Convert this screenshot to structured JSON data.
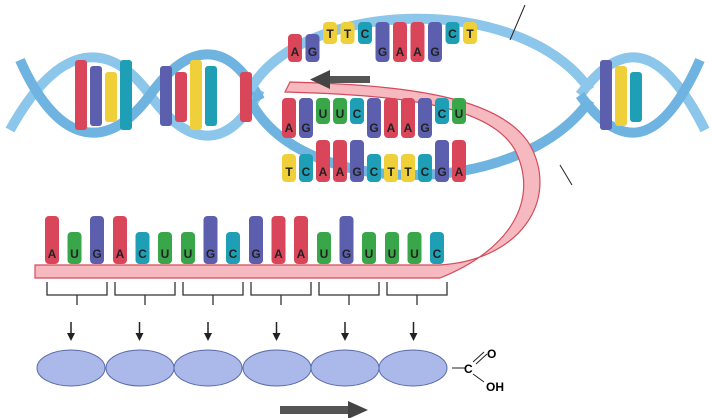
{
  "colors": {
    "A": "#d9465a",
    "G": "#5b5fae",
    "U": "#3aa64a",
    "C": "#1f9fb5",
    "T": "#f0d03a",
    "helix": "#8cc6ea",
    "helix_dark": "#3d8fc9",
    "mrna": "#f6b9c0",
    "mrna_edge": "#d44a5a",
    "protein": "#aab8ea",
    "arrow": "#444444"
  },
  "template_strand_top": [
    "A",
    "G",
    "T",
    "T",
    "C",
    "G",
    "A",
    "A",
    "G",
    "C",
    "T"
  ],
  "mrna_middle": [
    "A",
    "G",
    "U",
    "U",
    "C",
    "G",
    "A",
    "A",
    "G",
    "C",
    "U"
  ],
  "coding_strand_bottom": [
    "T",
    "C",
    "A",
    "A",
    "G",
    "C",
    "T",
    "T",
    "C",
    "G",
    "A"
  ],
  "mrna_codons": [
    [
      "A",
      "U",
      "G"
    ],
    [
      "A",
      "C",
      "U"
    ],
    [
      "U",
      "G",
      "C"
    ],
    [
      "G",
      "A",
      "A"
    ],
    [
      "U",
      "G",
      "U"
    ],
    [
      "U",
      "U",
      "C"
    ]
  ],
  "carboxyl": {
    "c": "C",
    "o": "O",
    "oh": "OH"
  }
}
